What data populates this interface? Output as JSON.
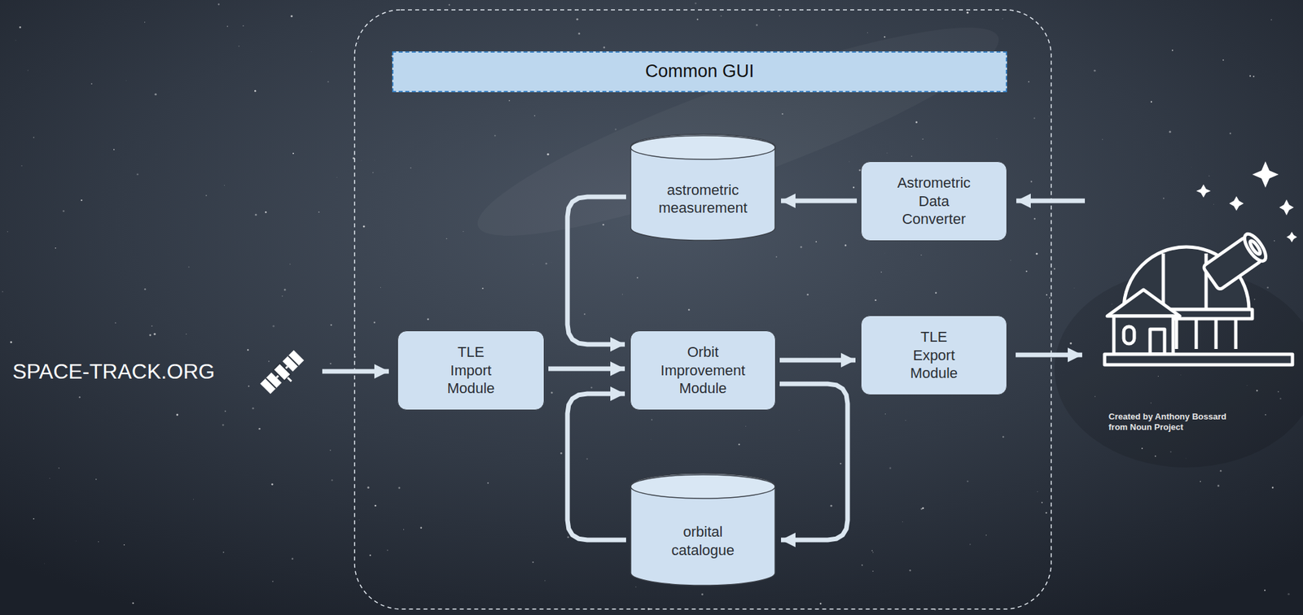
{
  "diagram": {
    "nodes": [
      {
        "text": [
          "Common GUI"
        ]
      },
      {
        "text": [
          "astrometric measurement"
        ]
      },
      {
        "text": [
          "Astrometric Data Converter"
        ]
      },
      {
        "text": [
          "TLE Import Module"
        ]
      },
      {
        "text": [
          "Orbit Improvement Module"
        ]
      },
      {
        "text": [
          "TLE Export Module"
        ]
      },
      {
        "text": [
          "orbital catalogue"
        ]
      }
    ],
    "edges": [
      {
        "from": 2,
        "to": 1,
        "arrow": "to"
      },
      {
        "from": 1,
        "to": 4,
        "arrow": "to"
      },
      {
        "from": 3,
        "to": 4,
        "arrow": "to"
      },
      {
        "from": 4,
        "to": 5,
        "arrow": "to"
      },
      {
        "from": 4,
        "to": 6,
        "arrow": "to"
      },
      {
        "from": 6,
        "to": 4,
        "arrow": "to"
      }
    ],
    "labels": [
      "SPACE-TRACK.ORG",
      "Created by Anthony Bossard from Noun Project"
    ]
  }
}
